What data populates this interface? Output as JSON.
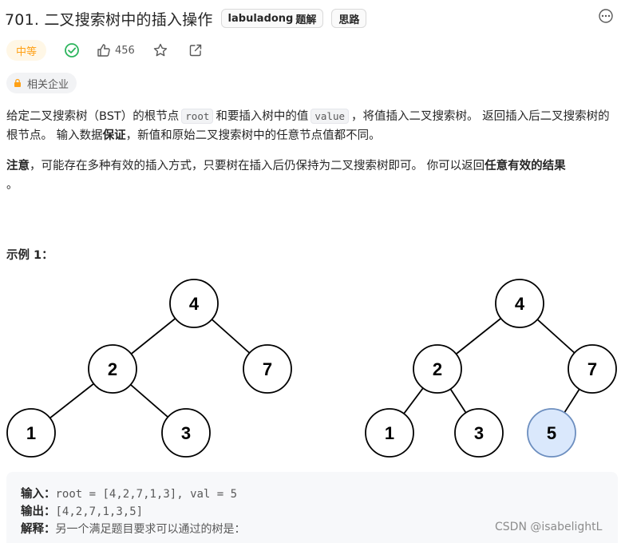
{
  "header": {
    "title": "701. 二叉搜索树中的插入操作",
    "tag_author": "labuladong",
    "tag_author_suffix": "题解",
    "tag_thinking": "思路"
  },
  "meta": {
    "difficulty": "中等",
    "like_count": "456"
  },
  "company_chip": "相关企业",
  "description": {
    "p1_a": "给定二叉搜索树（BST）的根节点",
    "code_root": "root",
    "p1_b": "和要插入树中的值",
    "code_value": "value",
    "p1_c": "，将值插入二叉搜索树。 返回插入后二叉搜索树的根节点。 输入数据",
    "p1_bold": "保证",
    "p1_d": "，新值和原始二叉搜索树中的任意节点值都不同。",
    "p2_bold": "注意",
    "p2_a": "，可能存在多种有效的插入方式，只要树在插入后仍保持为二叉搜索树即可。 你可以返回",
    "p2_bold2": "任意有效的结果",
    "p2_end": "。"
  },
  "example": {
    "title": "示例 1：",
    "input_label": "输入：",
    "input_value": "root = [4,2,7,1,3], val = 5",
    "output_label": "输出：",
    "output_value": "[4,2,7,1,3,5]",
    "explain_label": "解释：",
    "explain_value": "另一个满足题目要求可以通过的树是："
  },
  "trees": {
    "left": [
      "4",
      "2",
      "7",
      "1",
      "3"
    ],
    "right": [
      "4",
      "2",
      "7",
      "1",
      "3",
      "5"
    ]
  },
  "watermark": "CSDN @isabelightL",
  "colors": {
    "difficulty_text": "#ffa116",
    "difficulty_bg": "#fff7e6",
    "check_green": "#2db55d",
    "new_node_fill": "#dae8fc",
    "new_node_stroke": "#6c8ebf"
  }
}
